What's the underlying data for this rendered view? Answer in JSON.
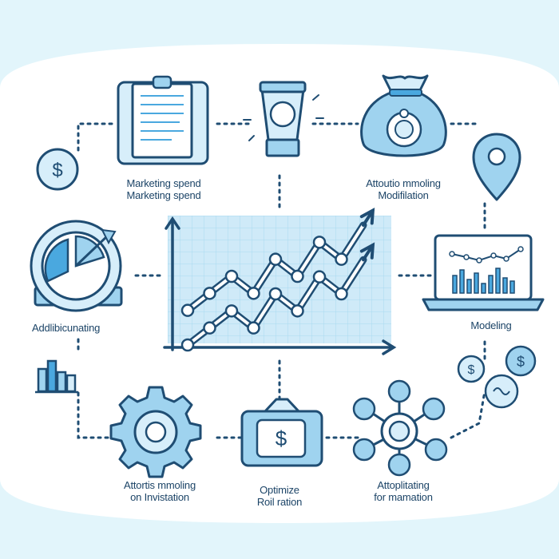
{
  "labels": {
    "marketing_line1": "Marketing spend",
    "marketing_line2": "Marketing spend",
    "attribution_line1": "Attoutio mmoling",
    "attribution_line2": "Modifilation",
    "left_mid": "Addlibicunating",
    "modeling": "Modeling",
    "bottom_left_line1": "Attortis mmoling",
    "bottom_left_line2": "on Invistation",
    "bottom_mid_line1": "Optimize",
    "bottom_mid_line2": "Roil ration",
    "bottom_right_line1": "Attoplitating",
    "bottom_right_line2": "for mamation"
  },
  "icons": {
    "dollar_glyph": "$"
  },
  "chart_data": {
    "type": "line",
    "series": [
      {
        "values": [
          1,
          2,
          3,
          2,
          4,
          3,
          5,
          4,
          6
        ]
      },
      {
        "values": [
          0,
          1,
          2,
          1,
          3,
          2,
          4,
          3,
          5
        ]
      }
    ]
  },
  "colors": {
    "background": "#e2f5fb",
    "panel": "#ffffff",
    "icon_fill": "#9fd3ef",
    "icon_fill_light": "#d7eefa",
    "outline": "#1f4d73",
    "accent": "#4aa8df"
  }
}
